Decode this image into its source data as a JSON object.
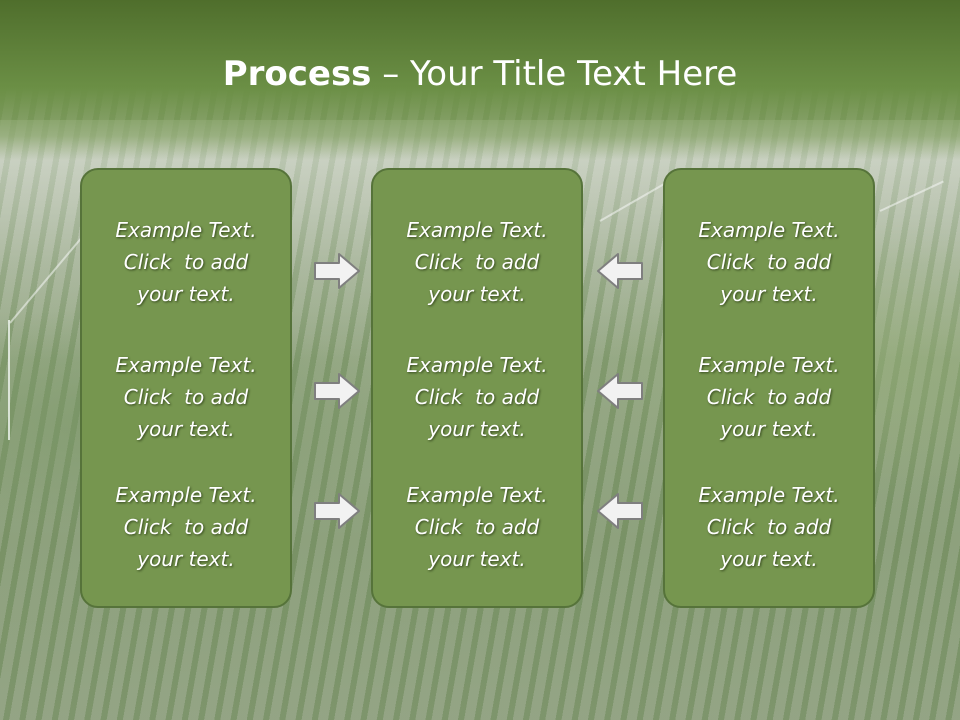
{
  "slide": {
    "title_bold": "Process",
    "title_rest": " – Your Title Text Here",
    "columns": [
      {
        "blocks": [
          "Example Text.\nClick  to add\nyour text.",
          "Example Text.\nClick  to add\nyour text.",
          "Example Text.\nClick  to add\nyour text."
        ]
      },
      {
        "blocks": [
          "Example Text.\nClick  to add\nyour text.",
          "Example Text.\nClick  to add\nyour text.",
          "Example Text.\nClick  to add\nyour text."
        ]
      },
      {
        "blocks": [
          "Example Text.\nClick  to add\nyour text.",
          "Example Text.\nClick  to add\nyour text.",
          "Example Text.\nClick  to add\nyour text."
        ]
      }
    ],
    "arrows": {
      "left_to_middle": [
        "arrow-right-icon",
        "arrow-right-icon",
        "arrow-right-icon"
      ],
      "right_to_middle": [
        "arrow-left-icon",
        "arrow-left-icon",
        "arrow-left-icon"
      ]
    },
    "colors": {
      "title_band": "#5f8237",
      "box_fill": "#76964f",
      "box_border": "#56733a",
      "text": "#ffffff",
      "arrow_fill": "#f2f2f2",
      "arrow_stroke": "#7f7f7f"
    }
  }
}
